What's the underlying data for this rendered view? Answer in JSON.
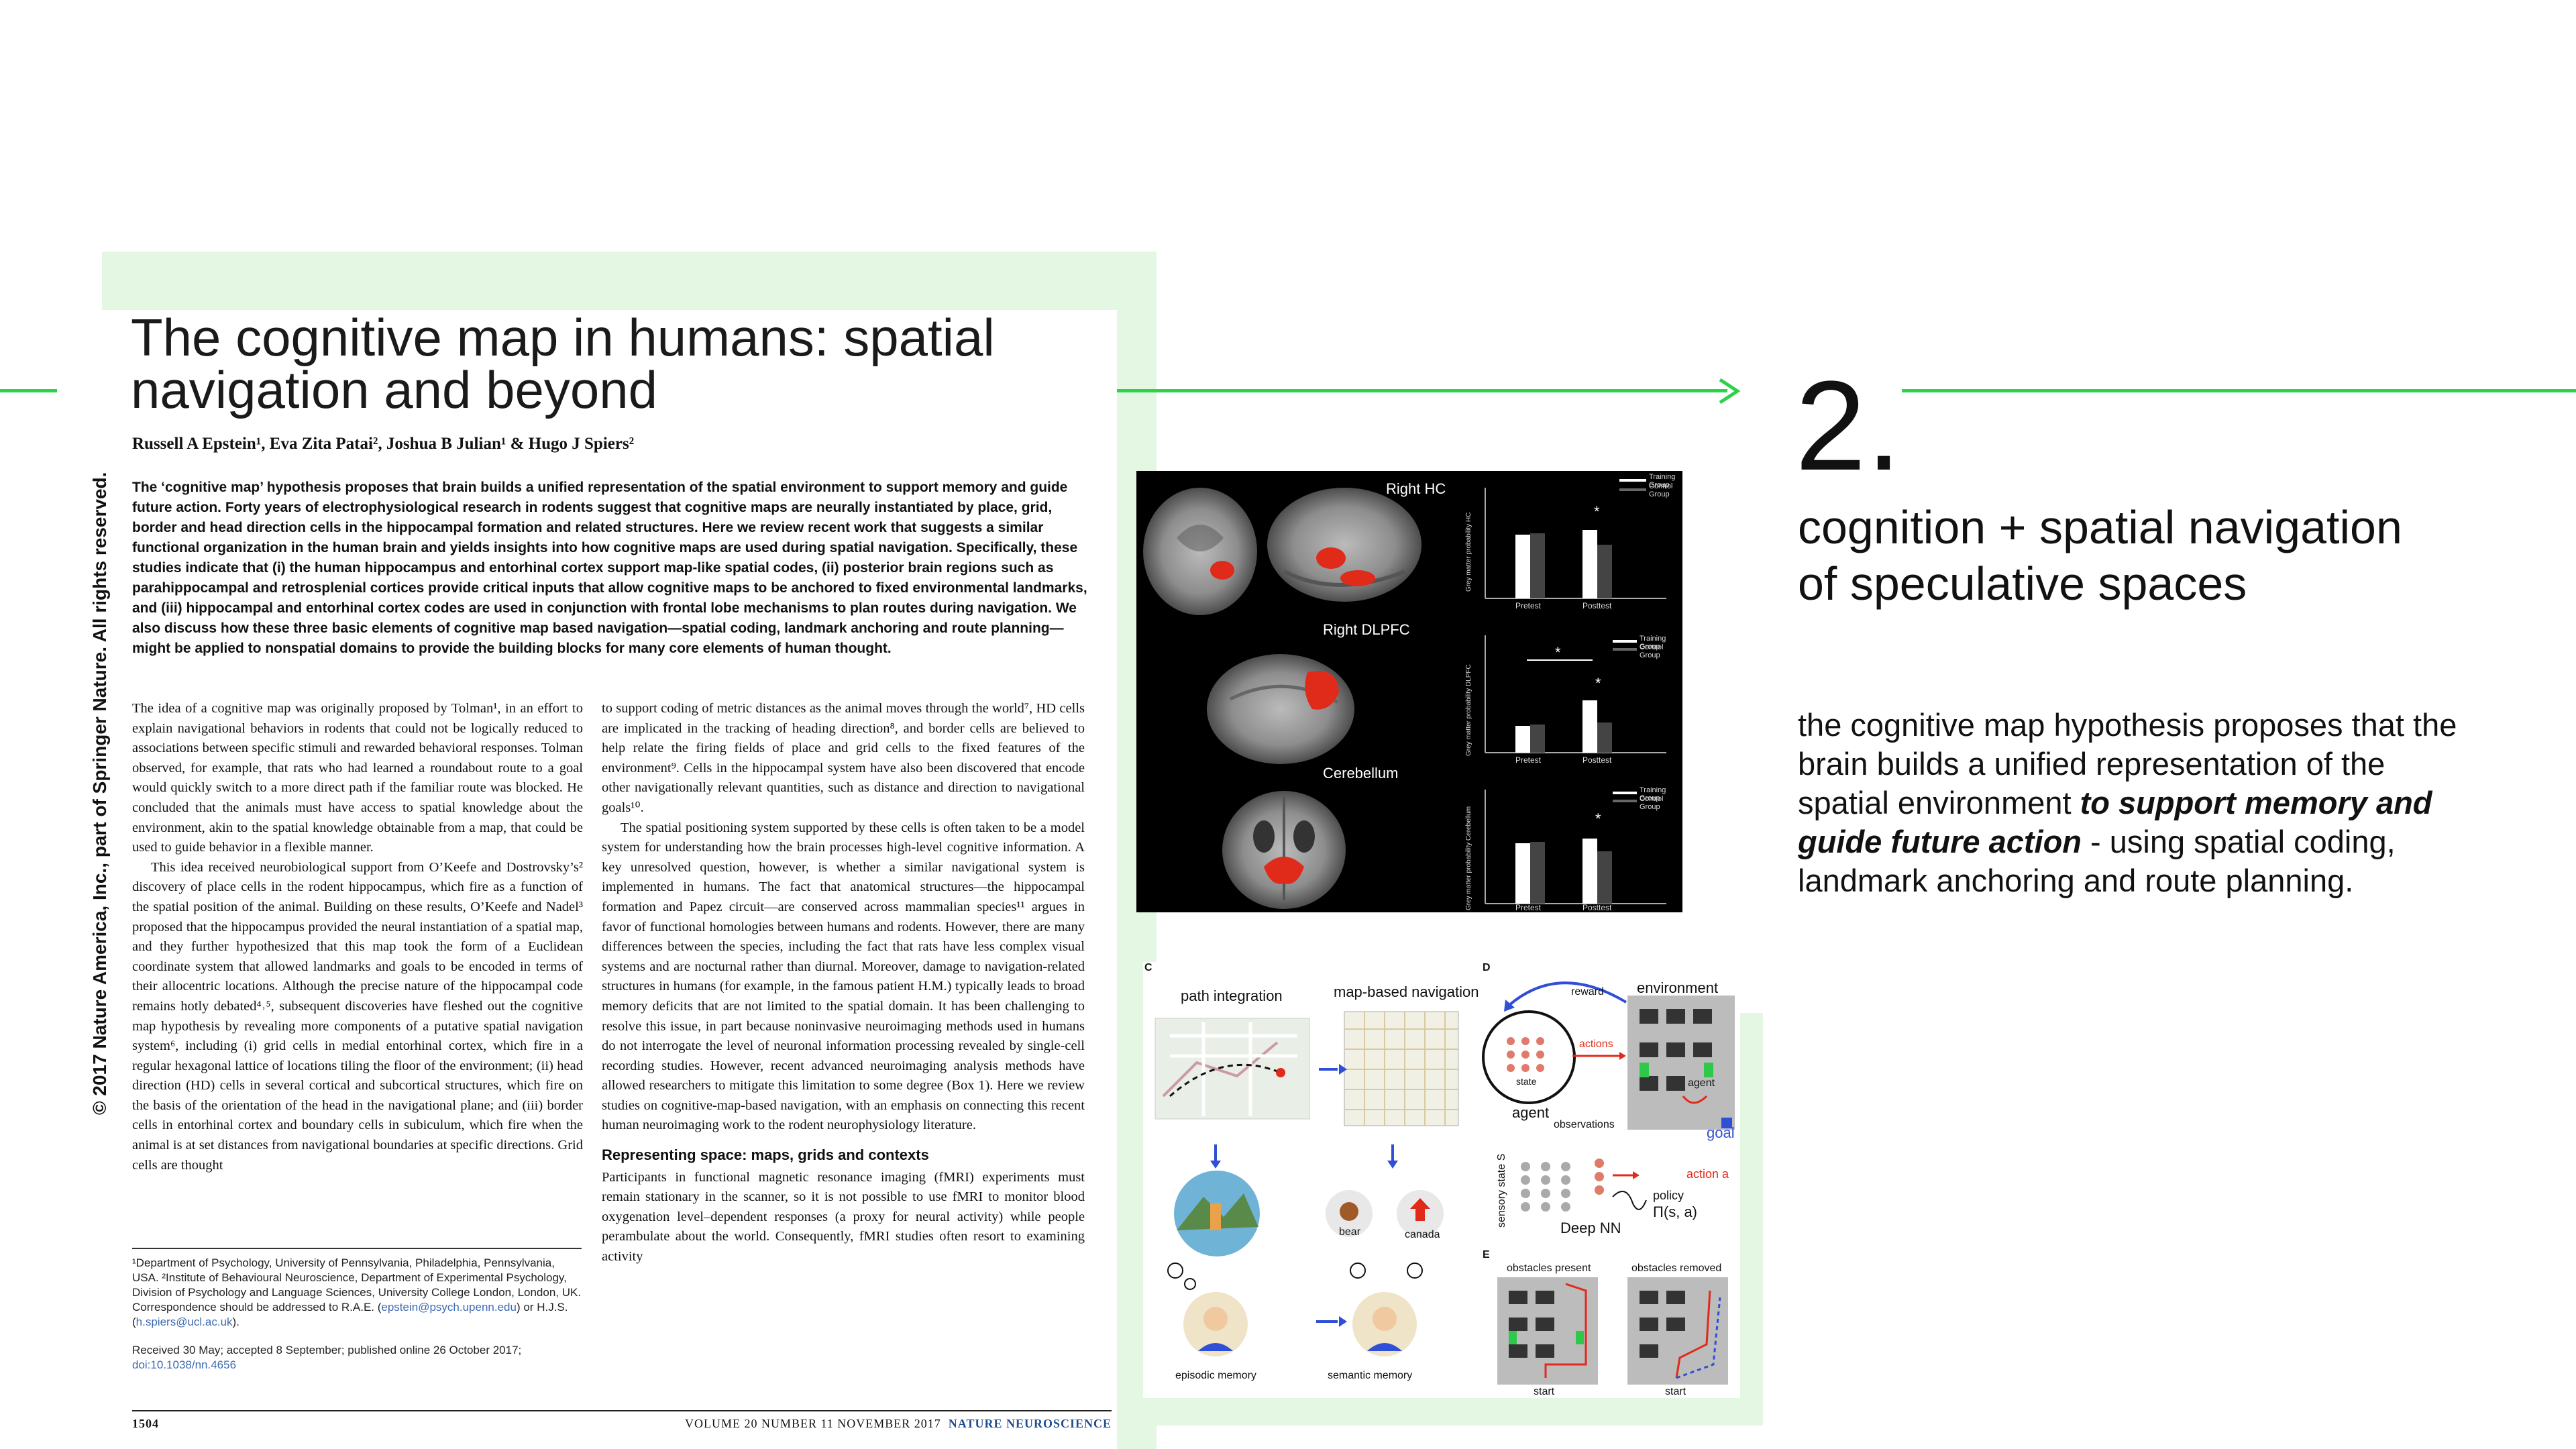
{
  "paper": {
    "title": "The cognitive map in humans: spatial\nnavigation and beyond",
    "authors": "Russell A Epstein¹, Eva Zita Patai², Joshua B Julian¹ & Hugo J Spiers²",
    "abstract": "The ‘cognitive map’ hypothesis proposes that brain builds a unified representation of the spatial environment to support memory and guide future action. Forty years of electrophysiological research in rodents suggest that cognitive maps are neurally instantiated by place, grid, border and head direction cells in the hippocampal formation and related structures. Here we review recent work that suggests a similar functional organization in the human brain and yields insights into how cognitive maps are used during spatial navigation. Specifically, these studies indicate that (i) the human hippocampus and entorhinal cortex support map-like spatial codes, (ii) posterior brain regions such as parahippocampal and retrosplenial cortices provide critical inputs that allow cognitive maps to be anchored to fixed environmental landmarks, and (iii) hippocampal and entorhinal cortex codes are used in conjunction with frontal lobe mechanisms to plan routes during navigation. We also discuss how these three basic elements of cognitive map based navigation—spatial coding, landmark anchoring and route planning—might be applied to nonspatial domains to provide the building blocks for many core elements of human thought.",
    "col1_p1": "The idea of a cognitive map was originally proposed by Tolman¹, in an effort to explain navigational behaviors in rodents that could not be logically reduced to associations between specific stimuli and rewarded behavioral responses. Tolman observed, for example, that rats who had learned a roundabout route to a goal would quickly switch to a more direct path if the familiar route was blocked. He concluded that the animals must have access to spatial knowledge about the environment, akin to the spatial knowledge obtainable from a map, that could be used to guide behavior in a flexible manner.",
    "col1_p2": "This idea received neurobiological support from O’Keefe and Dostrovsky’s² discovery of place cells in the rodent hippocampus, which fire as a function of the spatial position of the animal. Building on these results, O’Keefe and Nadel³ proposed that the hippocampus provided the neural instantiation of a spatial map, and they further hypothesized that this map took the form of a Euclidean coordinate system that allowed landmarks and goals to be encoded in terms of their allocentric locations. Although the precise nature of the hippocampal code remains hotly debated⁴˒⁵, subsequent discoveries have fleshed out the cognitive map hypothesis by revealing more components of a putative spatial navigation system⁶, including (i) grid cells in medial entorhinal cortex, which fire in a regular hexagonal lattice of locations tiling the floor of the environment; (ii) head direction (HD) cells in several cortical and subcortical structures, which fire on the basis of the orientation of the head in the navigational plane; and (iii) border cells in entorhinal cortex and boundary cells in subiculum, which fire when the animal is at set distances from navigational boundaries at specific directions. Grid cells are thought",
    "col2_p1": "to support coding of metric distances as the animal moves through the world⁷, HD cells are implicated in the tracking of heading direction⁸, and border cells are believed to help relate the firing fields of place and grid cells to the fixed features of the environment⁹. Cells in the hippocampal system have also been discovered that encode other navigationally relevant quantities, such as distance and direction to navigational goals¹⁰.",
    "col2_p2": "The spatial positioning system supported by these cells is often taken to be a model system for understanding how the brain processes high-level cognitive information. A key unresolved question, however, is whether a similar navigational system is implemented in humans. The fact that anatomical structures—the hippocampal formation and Papez circuit—are conserved across mammalian species¹¹ argues in favor of functional homologies between humans and rodents. However, there are many differences between the species, including the fact that rats have less complex visual systems and are nocturnal rather than diurnal. Moreover, damage to navigation-related structures in humans (for example, in the famous patient H.M.) typically leads to broad memory deficits that are not limited to the spatial domain. It has been challenging to resolve this issue, in part because noninvasive neuroimaging methods used in humans do not interrogate the level of neuronal information processing revealed by single-cell recording studies. However, recent advanced neuroimaging analysis methods have allowed researchers to mitigate this limitation to some degree (Box 1). Here we review studies on cognitive-map-based navigation, with an emphasis on connecting this recent human neuroimaging work to the rodent neurophysiology literature.",
    "section_heading": "Representing space: maps, grids and contexts",
    "col2_p3": "Participants in functional magnetic resonance imaging (fMRI) experiments must remain stationary in the scanner, so it is not possible to use fMRI to monitor blood oxygenation level–dependent responses (a proxy for neural activity) while people perambulate about the world. Consequently, fMRI studies often resort to examining activity",
    "affiliations": "¹Department of Psychology, University of Pennsylvania, Philadelphia, Pennsylvania, USA. ²Institute of Behavioural Neuroscience, Department of Experimental Psychology, Division of Psychology and Language Sciences, University College London, London, UK. Correspondence should be addressed to R.A.E. (",
    "email1": "epstein@psych.upenn.edu",
    "aff_mid": ") or H.J.S. (",
    "email2": "h.spiers@ucl.ac.uk",
    "aff_end": ").",
    "received": "Received 30 May; accepted 8 September; published online 26 October 2017;",
    "doi": "doi:10.1038/nn.4656",
    "page_number": "1504",
    "journal_info": "VOLUME 20  NUMBER 11  NOVEMBER 2017",
    "journal_name": "NATURE NEUROSCIENCE",
    "copyright": "© 2017 Nature America, Inc., part of Springer Nature. All rights reserved."
  },
  "fmri": {
    "label_hc": "Right HC",
    "label_dlpfc": "Right DLPFC",
    "label_cb": "Cerebellum",
    "legend_training": "Training Group",
    "legend_control": "Control Group",
    "pretest": "Pretest",
    "posttest": "Posttest",
    "ylabel_hc": "Grey matter probability HC",
    "ylabel_dlpfc": "Grey matter probability DLPFC",
    "ylabel_cb": "Grey matter probability Cerebellum",
    "star": "*"
  },
  "diagram": {
    "label_c": "C",
    "label_d": "D",
    "label_e": "E",
    "path_integration": "path integration",
    "map_based_navigation": "map-based navigation",
    "bear": "bear",
    "canada": "canada",
    "episodic_memory": "episodic memory",
    "semantic_memory": "semantic memory",
    "reward": "reward",
    "environment": "environment",
    "actions": "actions",
    "state": "state",
    "agent": "agent",
    "agent2": "agent",
    "observations": "observations",
    "goal": "goal",
    "sensory_state": "sensory state S",
    "action_a": "action a",
    "policy": "policy",
    "policy_formula": "Π(s, a)",
    "deep_nn": "Deep NN",
    "obstacles_present": "obstacles present",
    "obstacles_removed": "obstacles removed",
    "start1": "start",
    "start2": "start"
  },
  "slide": {
    "number": "2.",
    "heading": "cognition + spatial navigation\nof speculative spaces",
    "body_pre": "the cognitive map hypothesis proposes that the brain builds a unified representation of the spatial environment ",
    "body_emph": "to support memory and guide future action",
    "body_post": " - using spatial coding, landmark anchoring and route planning."
  },
  "colors": {
    "accent_line": "#2ed14a",
    "block": "#e4f7e2"
  }
}
